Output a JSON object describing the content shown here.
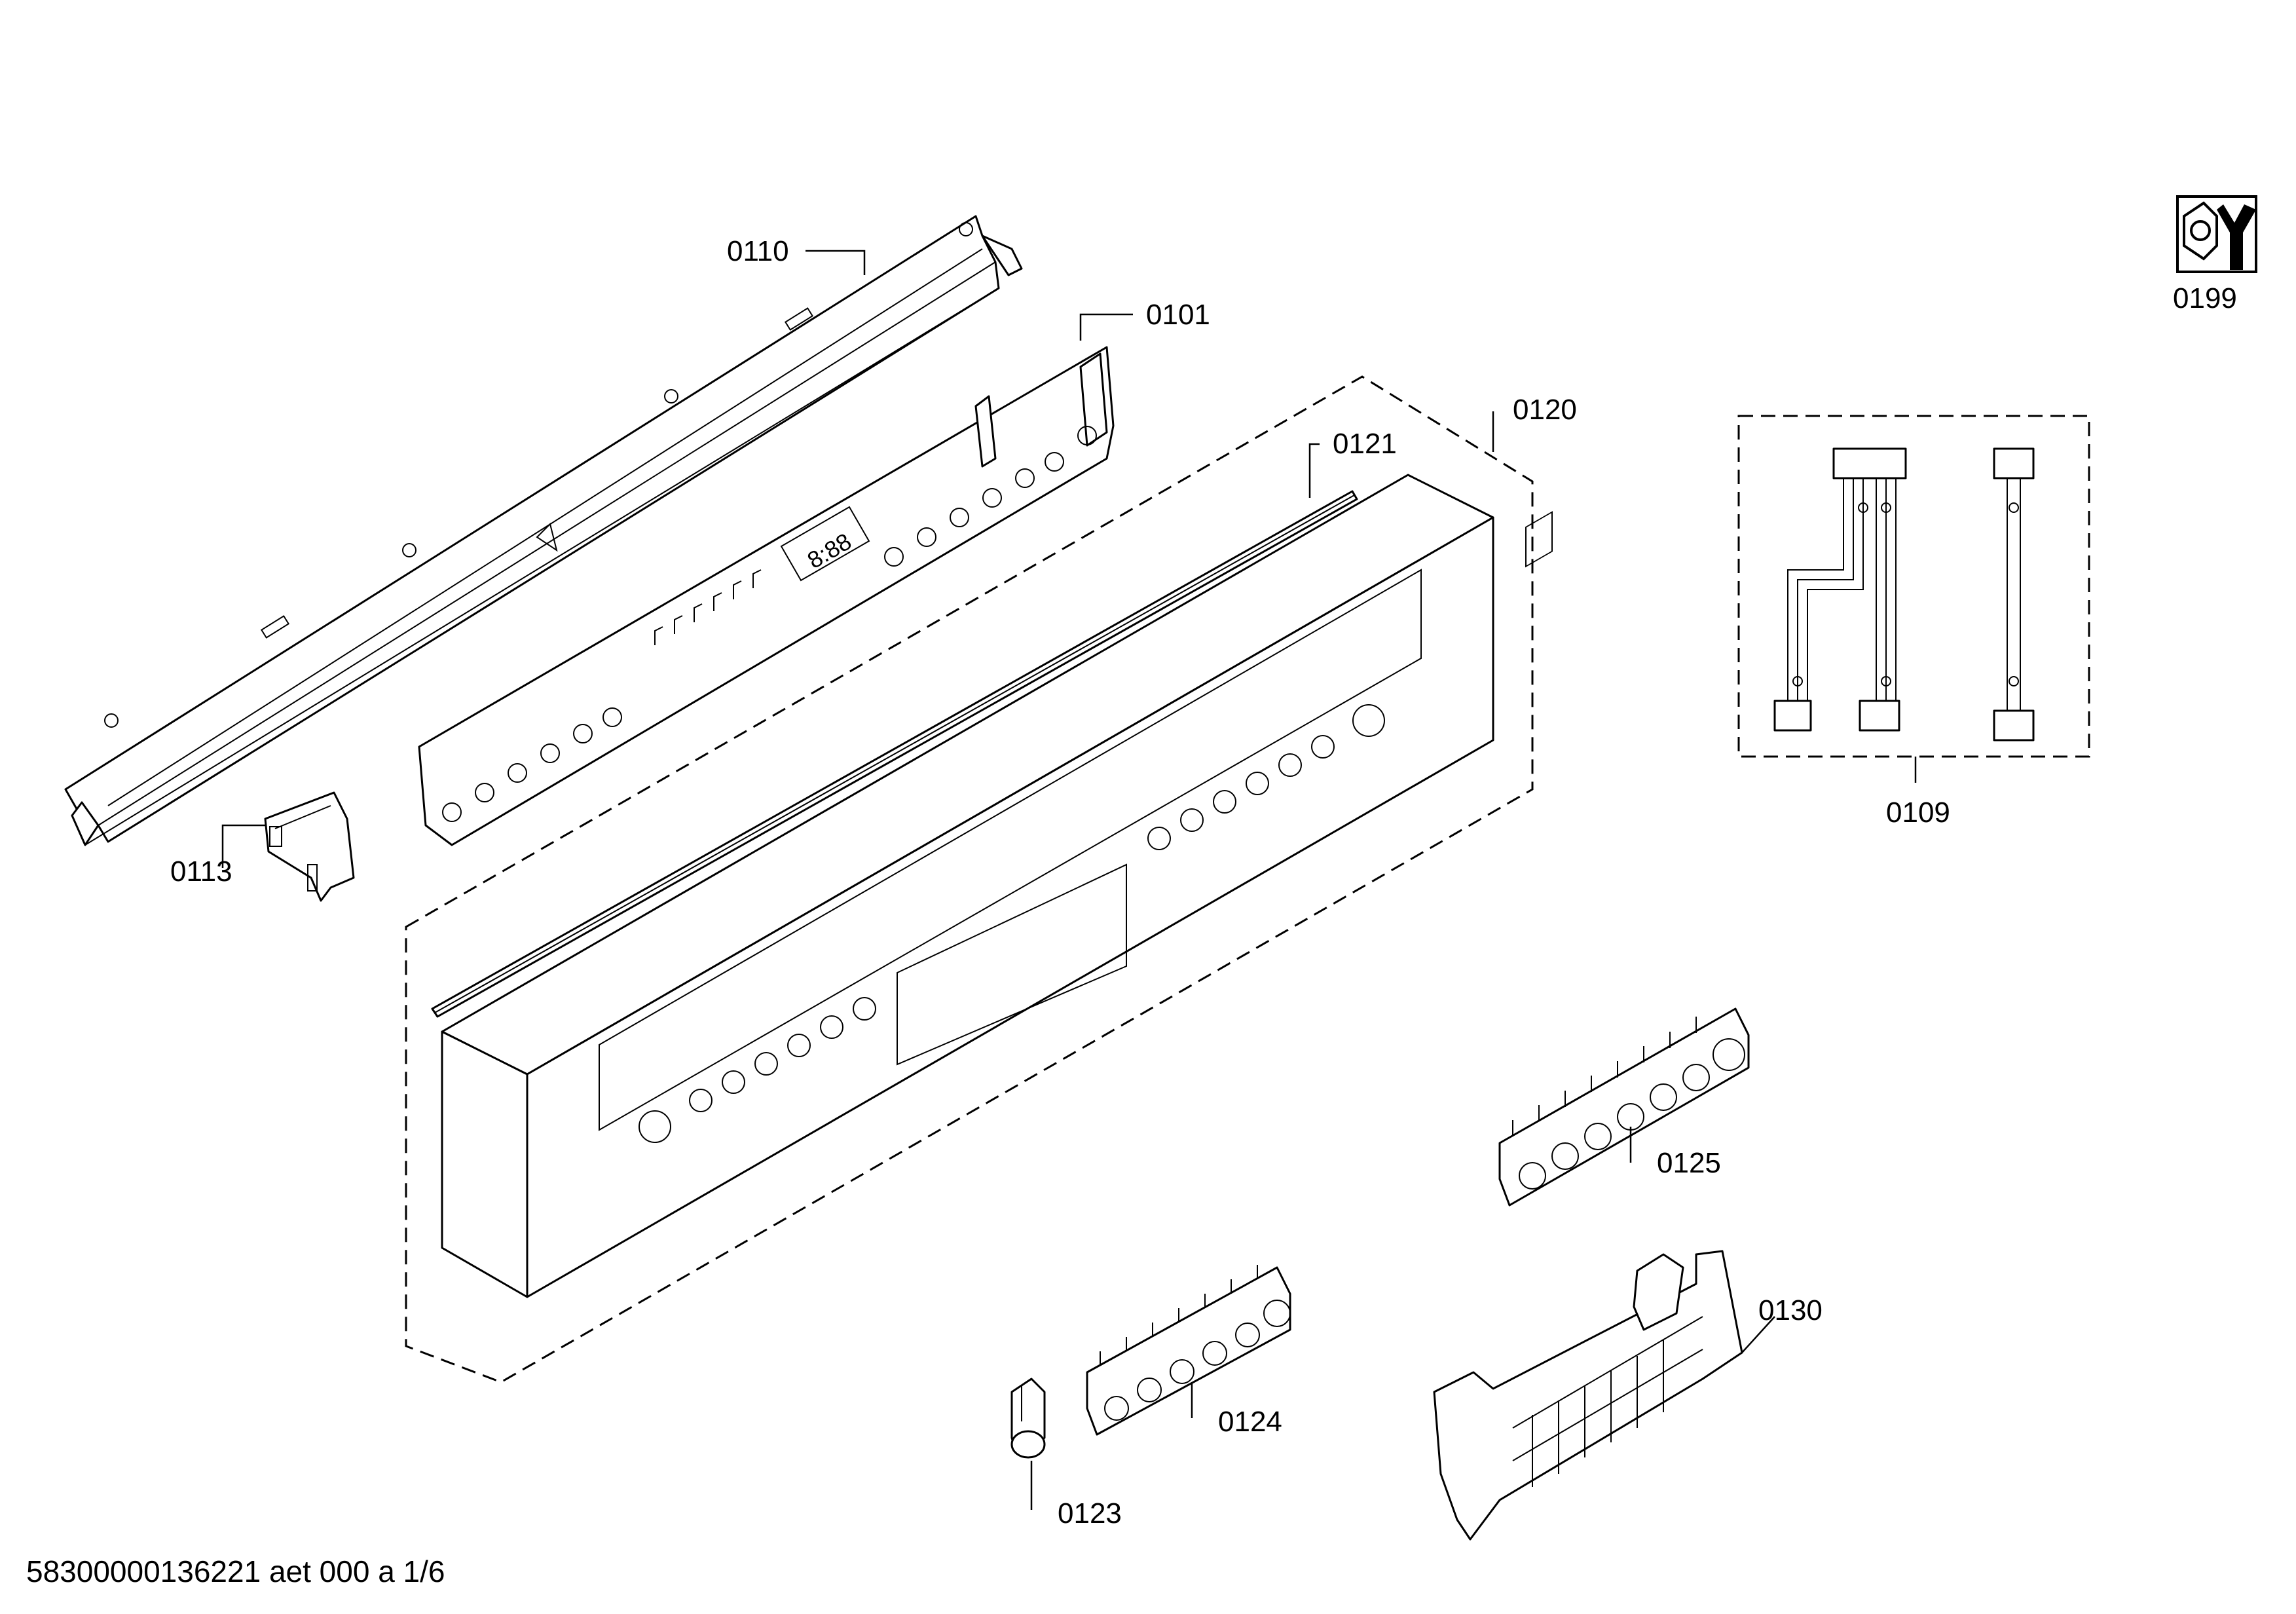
{
  "parts": [
    {
      "id": "p0110",
      "label": "0110"
    },
    {
      "id": "p0101",
      "label": "0101"
    },
    {
      "id": "p0120",
      "label": "0120"
    },
    {
      "id": "p0121",
      "label": "0121"
    },
    {
      "id": "p0113",
      "label": "0113"
    },
    {
      "id": "p0109",
      "label": "0109"
    },
    {
      "id": "p0199",
      "label": "0199"
    },
    {
      "id": "p0125",
      "label": "0125"
    },
    {
      "id": "p0130",
      "label": "0130"
    },
    {
      "id": "p0124",
      "label": "0124"
    },
    {
      "id": "p0123",
      "label": "0123"
    }
  ],
  "footer": {
    "code": "58300000136221 aet 000 a 1/6"
  },
  "icons": {
    "service": "tool-service-icon"
  },
  "colors": {
    "line": "#000000",
    "background": "#ffffff"
  }
}
